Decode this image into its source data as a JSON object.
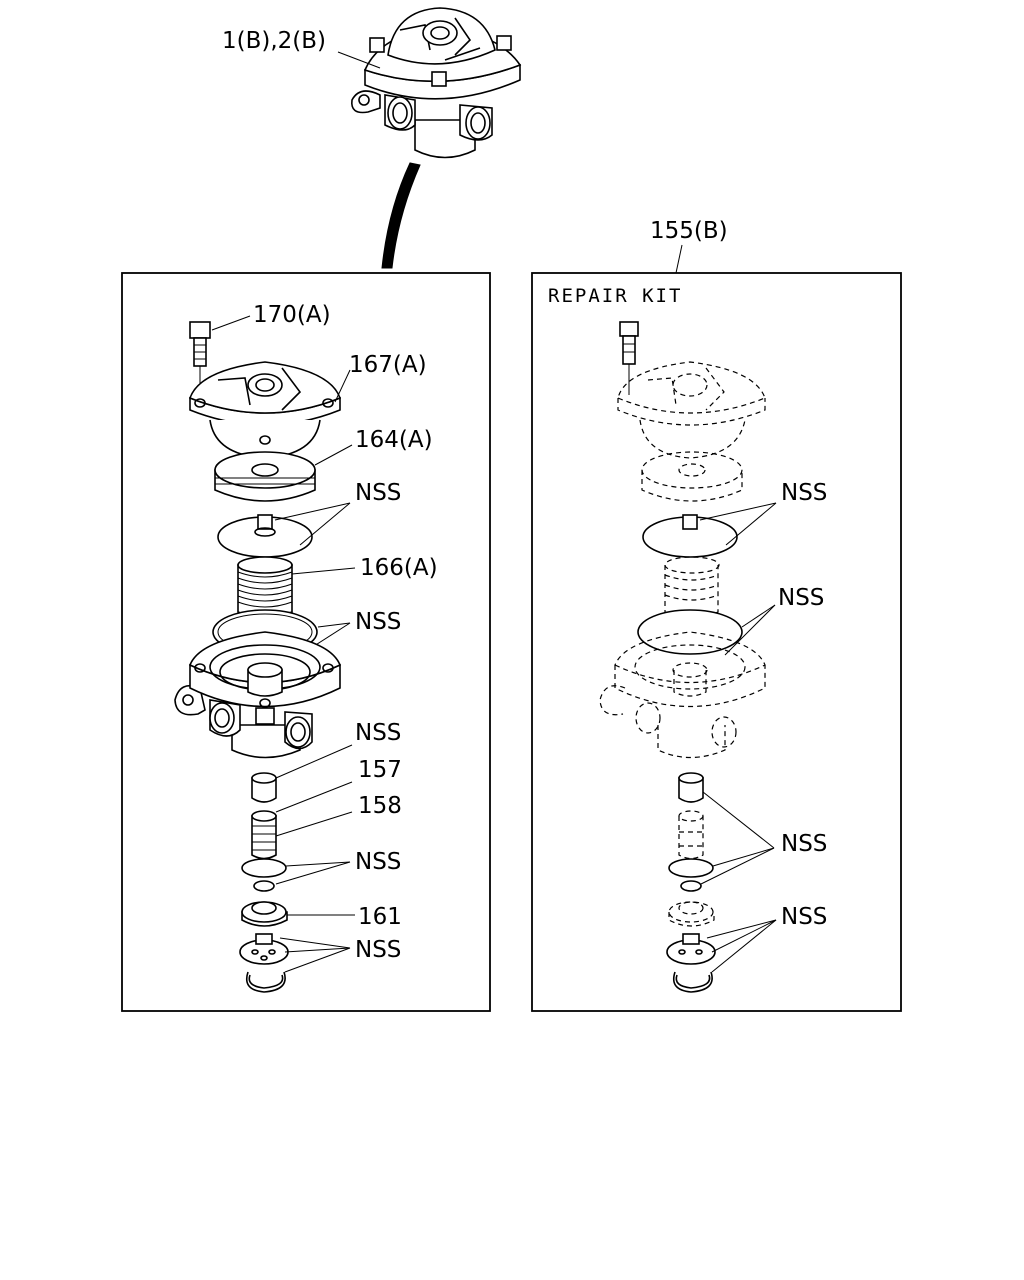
{
  "labels": {
    "assembly": "1(B),2(B)",
    "repair_kit_number": "155(B)",
    "repair_kit_title": "REPAIR KIT",
    "bolt": "170(A)",
    "cover": "167(A)",
    "piston": "164(A)",
    "spring": "166(A)",
    "part_157": "157",
    "part_158": "158",
    "part_161": "161",
    "nss": "NSS"
  }
}
